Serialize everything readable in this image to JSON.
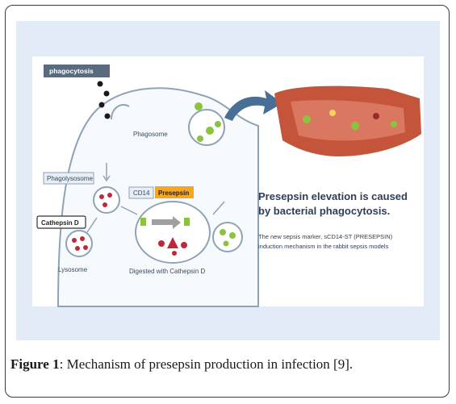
{
  "figure": {
    "labels": {
      "phagocytosis": "phagocytosis",
      "phagosome": "Phagosome",
      "phagolysosome": "Phagolysosome",
      "cathepsin_d": "Cathepsin D",
      "lysosome": "Lysosome",
      "cd14": "CD14",
      "presepsin": "Presepsin",
      "digested": "Digested with Cathepsin D"
    },
    "headline_line1": "Presepsin elevation is caused",
    "headline_line2": "by bacterial phagocytosis.",
    "subtext_line1": "The new sepsis marker, sCD14-ST (PRESEPSIN)",
    "subtext_line2": "induction mechanism in the rabbit sepsis models"
  },
  "caption": {
    "label": "Figure 1",
    "text": ": Mechanism of presepsin production in infection [9]."
  },
  "colors": {
    "panel_bg": "#e3ecf6",
    "cell_outline": "#8fa3b8",
    "bacteria_red": "#c0283a",
    "bacteria_black": "#1a1a1a",
    "cd14_green": "#8ac43f",
    "presepsin_orange": "#f5a623",
    "arrow_blue": "#4a6f96",
    "tissue": "#c4553a"
  }
}
